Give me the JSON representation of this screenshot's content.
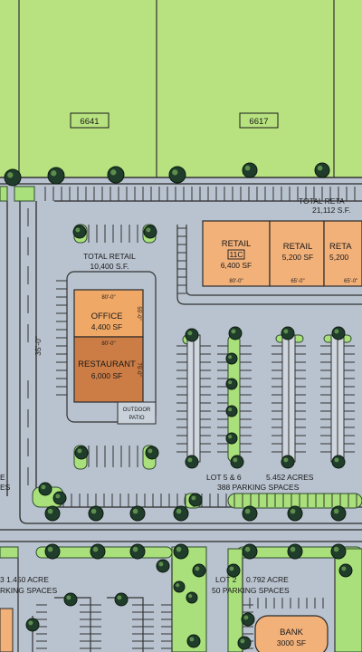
{
  "parcels": {
    "left": {
      "number": "6641"
    },
    "right": {
      "number": "6617"
    }
  },
  "buildings": {
    "total_retail_right": {
      "label": "TOTAL RETA",
      "sf": "21,112 S.F."
    },
    "total_retail_left": {
      "label": "TOTAL RETAIL",
      "sf": "10,400 S.F."
    },
    "retail_1": {
      "label": "RETAIL",
      "unit": "11C",
      "sf": "6,400 SF",
      "dim": "80'-0\""
    },
    "retail_2": {
      "label": "RETAIL",
      "sf": "5,200 SF",
      "dim": "65'-0\""
    },
    "retail_3": {
      "label": "RETA",
      "sf": "5,200",
      "dim": "65'-0\""
    },
    "office": {
      "label": "OFFICE",
      "sf": "4,400 SF",
      "dim": "80'-0\"",
      "side_dim": "55'-0\""
    },
    "restaurant": {
      "label": "RESTAURANT",
      "sf": "6,000 SF",
      "dim": "80'-0\"",
      "side_dim": "75'-0\""
    },
    "patio": {
      "line1": "OUTDOOR",
      "line2": "PATIO"
    },
    "bank": {
      "label": "BANK",
      "sf": "3000 SF"
    }
  },
  "lots": {
    "lot_5_6": {
      "label": "LOT 5 & 6",
      "acres": "5.452 ACRES",
      "parking": "388 PARKING SPACES"
    },
    "lot_2": {
      "label": "LOT 2",
      "acres": "0.792 ACRE",
      "parking": "50 PARKING SPACES"
    },
    "lot_3": {
      "acres": "3 1.450 ACRE",
      "parking": "RKING SPACES"
    },
    "west_lot": {
      "line1": "E",
      "line2": "ES"
    }
  },
  "drive_dim": "35'-0\"",
  "colors": {
    "pavement": "#b9c3cf",
    "grass": "#b7e27f",
    "landscape": "#a9e07b",
    "retail": "#f3b17a",
    "office": "#f0a866",
    "restaurant": "#cc7d46",
    "tree": "#1f3d2a"
  }
}
